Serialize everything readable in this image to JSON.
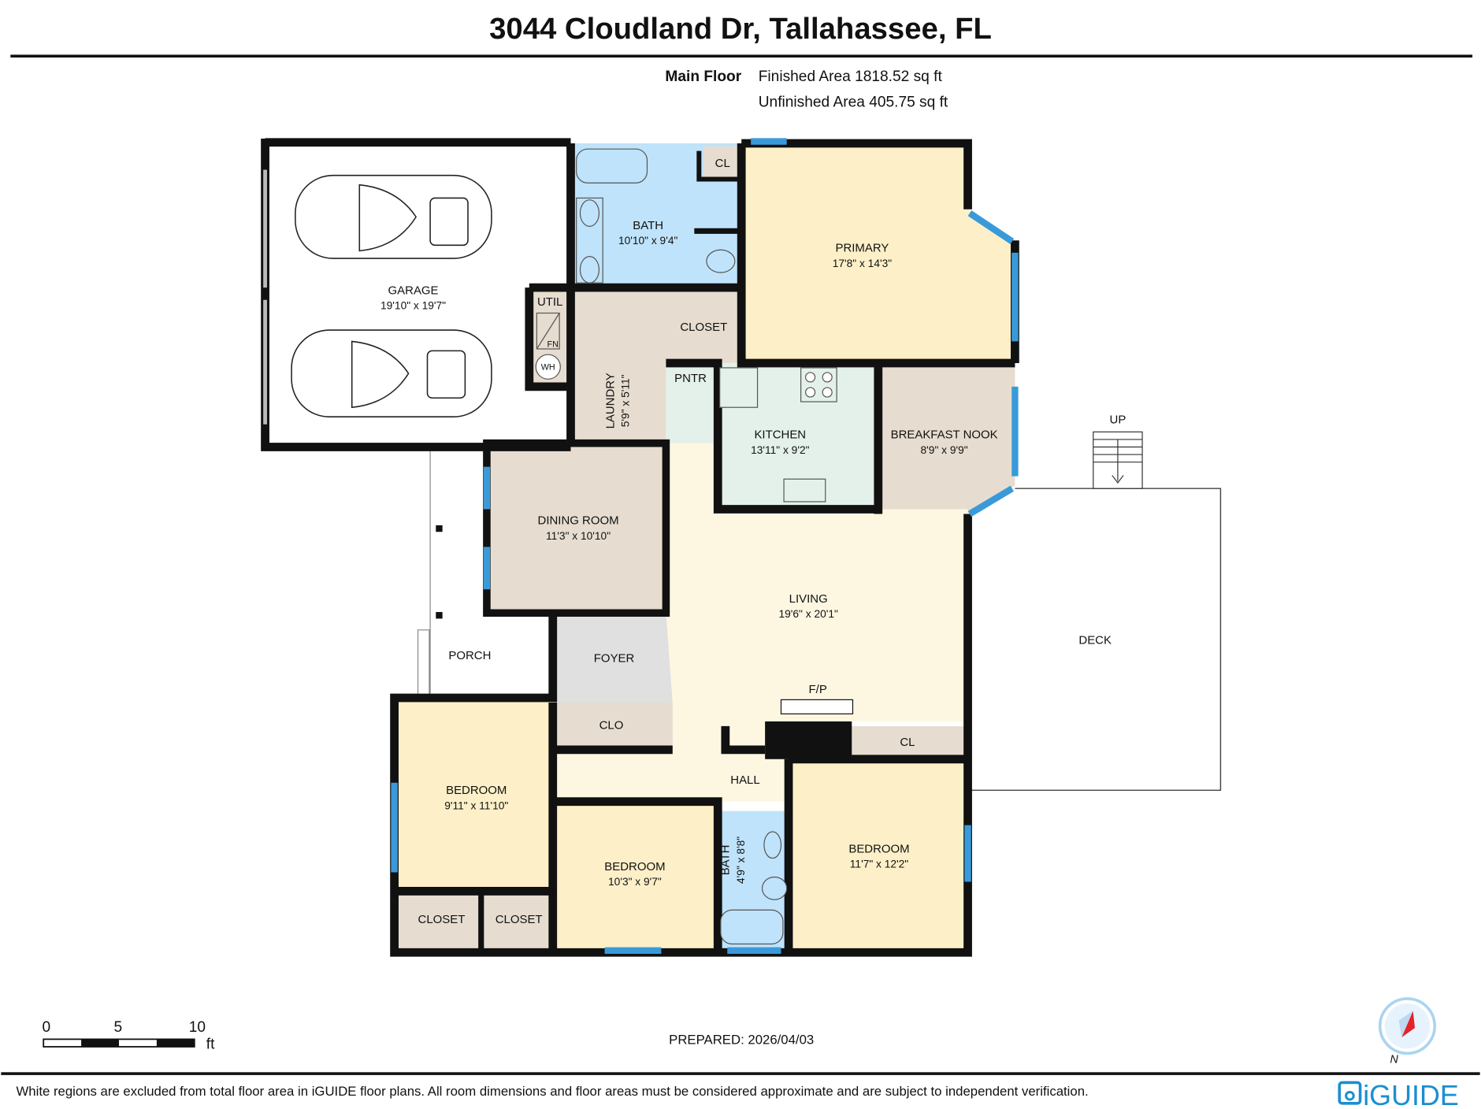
{
  "header": {
    "title": "3044 Cloudland Dr, Tallahassee, FL",
    "floor_name": "Main Floor",
    "finished_area": "Finished Area 1818.52 sq ft",
    "unfinished_area": "Unfinished Area 405.75 sq ft"
  },
  "rooms": {
    "garage": {
      "name": "GARAGE",
      "dims": "19'10\" x 19'7\""
    },
    "bath_main": {
      "name": "BATH",
      "dims": "10'10\" x 9'4\""
    },
    "cl_bath": {
      "name": "CL"
    },
    "primary": {
      "name": "PRIMARY",
      "dims": "17'8\" x 14'3\""
    },
    "util": {
      "name": "UTIL",
      "fn": "FN",
      "wh": "WH"
    },
    "closet_primary": {
      "name": "CLOSET"
    },
    "laundry": {
      "name": "LAUNDRY",
      "dims": "5'9\" x 5'11\""
    },
    "pntr": {
      "name": "PNTR"
    },
    "kitchen": {
      "name": "KITCHEN",
      "dims": "13'11\" x 9'2\""
    },
    "nook": {
      "name": "BREAKFAST NOOK",
      "dims": "8'9\" x 9'9\""
    },
    "dining": {
      "name": "DINING ROOM",
      "dims": "11'3\" x 10'10\""
    },
    "living": {
      "name": "LIVING",
      "dims": "19'6\" x 20'1\""
    },
    "foyer": {
      "name": "FOYER"
    },
    "porch": {
      "name": "PORCH"
    },
    "clo": {
      "name": "CLO"
    },
    "fp": {
      "name": "F/P"
    },
    "cl_hall": {
      "name": "CL"
    },
    "hall": {
      "name": "HALL"
    },
    "bedroom1": {
      "name": "BEDROOM",
      "dims": "9'11\" x 11'10\""
    },
    "closet1": {
      "name": "CLOSET"
    },
    "closet2": {
      "name": "CLOSET"
    },
    "bedroom2": {
      "name": "BEDROOM",
      "dims": "10'3\" x 9'7\""
    },
    "bath2": {
      "name": "BATH",
      "dims": "4'9\" x 8'8\""
    },
    "bedroom3": {
      "name": "BEDROOM",
      "dims": "11'7\" x 12'2\""
    },
    "deck": {
      "name": "DECK"
    },
    "stairs": {
      "name": "UP"
    }
  },
  "scale": {
    "labels": [
      "0",
      "5",
      "10"
    ],
    "unit": "ft"
  },
  "prepared": "PREPARED: 2026/04/03",
  "compass": {
    "north_label": "N"
  },
  "footer": {
    "disclaimer": "White regions are excluded from total floor area in iGUIDE floor plans. All room dimensions and floor areas must be considered approximate and are subject to independent verification.",
    "logo": "iGUIDE"
  },
  "colors": {
    "bedroom": "#fdf0c8",
    "bath": "#bfe3fa",
    "storage": "#e6ddd0",
    "kitchen": "#e3f1ea",
    "living": "#fdf7e2",
    "foyer": "#e0e0e0",
    "window": "#3a9ad9",
    "logo": "#1a8fd0",
    "compass_red": "#e8202a"
  }
}
